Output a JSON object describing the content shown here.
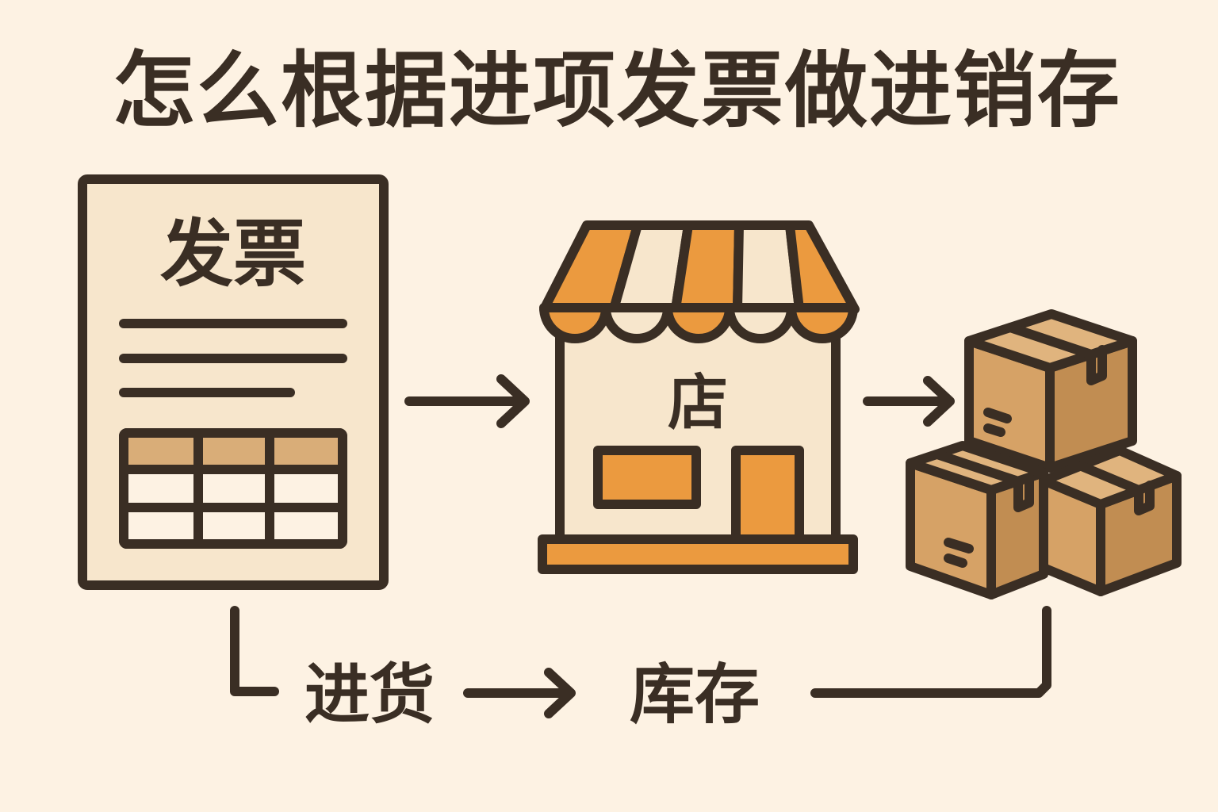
{
  "title": "怎么根据进项发票做进销存",
  "invoice": {
    "label": "发票",
    "icon": "invoice-document-icon"
  },
  "shop": {
    "label": "店",
    "icon": "storefront-icon"
  },
  "inventory": {
    "icon": "stacked-boxes-icon"
  },
  "flow": {
    "purchase_label": "进货",
    "stock_label": "库存"
  },
  "colors": {
    "background": "#fdf2e3",
    "outline": "#3a2e24",
    "orange": "#eb9a3f",
    "cream": "#f7e6cc",
    "tan": "#d9ad78",
    "box_front": "#d6a266",
    "box_side": "#c18d52",
    "box_top": "#e0b47e"
  }
}
